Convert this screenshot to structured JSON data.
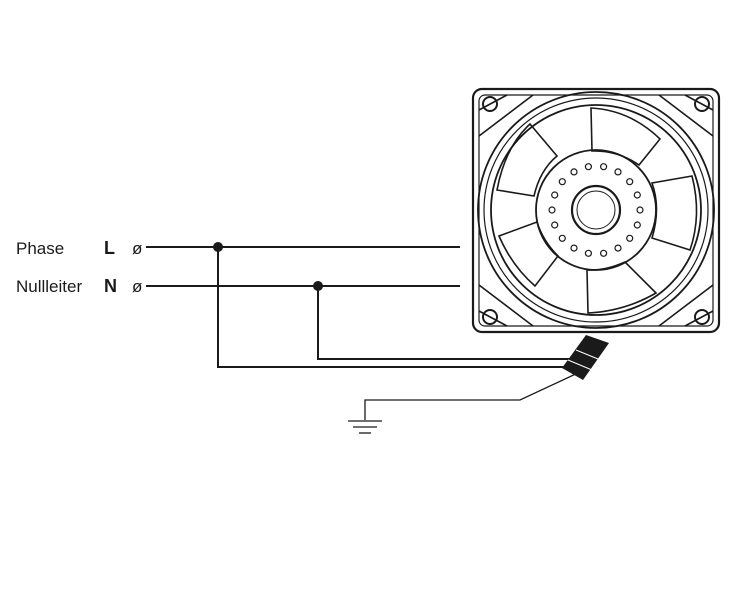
{
  "terminals": [
    {
      "name": "Phase",
      "code": "L",
      "symbol": "ø"
    },
    {
      "name": "Nullleiter",
      "code": "N",
      "symbol": "ø"
    }
  ],
  "icons": {
    "fan": "axial-fan-icon",
    "ground": "ground-symbol-icon",
    "terminal": "screw-terminal-icon"
  },
  "colors": {
    "line": "#1a1a1a",
    "background": "#ffffff"
  }
}
